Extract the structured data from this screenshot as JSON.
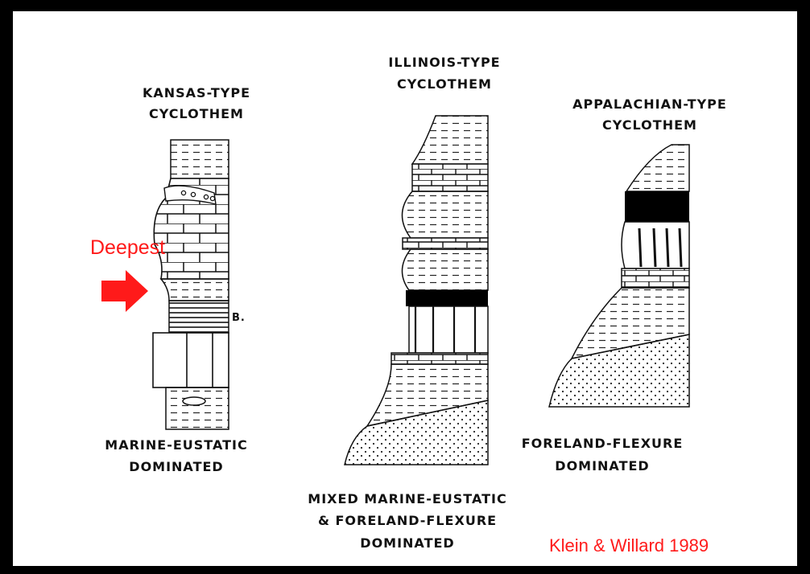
{
  "kansas": {
    "title_1": "KANSAS-TYPE",
    "title_2": "CYCLOTHEM",
    "caption_1": "MARINE-EUSTATIC",
    "caption_2": "DOMINATED",
    "marker": "B."
  },
  "illinois": {
    "title_1": "ILLINOIS-TYPE",
    "title_2": "CYCLOTHEM",
    "caption_1": "MIXED MARINE-EUSTATIC",
    "caption_2": "& FORELAND-FLEXURE",
    "caption_3": "DOMINATED"
  },
  "appalachian": {
    "title_1": "APPALACHIAN-TYPE",
    "title_2": "CYCLOTHEM",
    "caption_1": "FORELAND-FLEXURE",
    "caption_2": "DOMINATED"
  },
  "annotation": {
    "label": "Deepest",
    "color": "#ff1a1a"
  },
  "citation": "Klein & Willard 1989"
}
